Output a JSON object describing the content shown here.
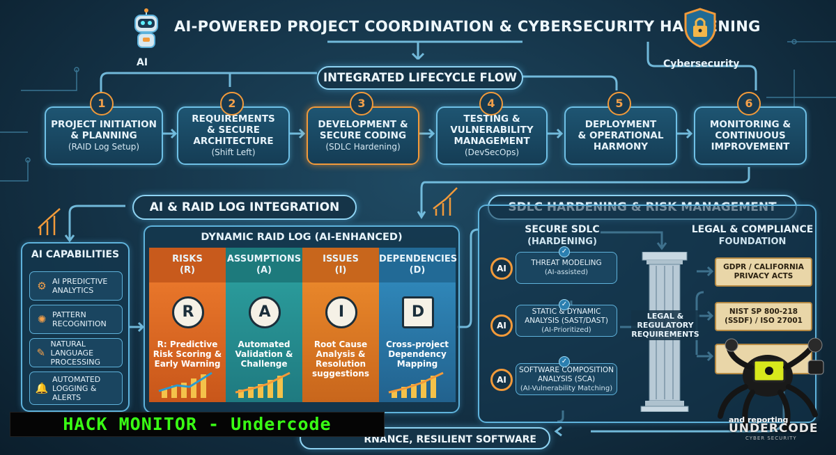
{
  "header": {
    "title": "AI-POWERED PROJECT COORDINATION & CYBERSECURITY HARDENING",
    "ai_label": "AI",
    "cyber_label": "Cybersecurity",
    "icons": [
      "robot-icon",
      "shield-lock-icon"
    ]
  },
  "flow": {
    "title": "INTEGRATED LIFECYCLE FLOW",
    "stages": [
      {
        "num": "1",
        "title": "PROJECT INITIATION\n& PLANNING",
        "sub": "(RAID Log Setup)"
      },
      {
        "num": "2",
        "title": "REQUIREMENTS\n& SECURE\nARCHITECTURE",
        "sub": "(Shift Left)"
      },
      {
        "num": "3",
        "title": "DEVELOPMENT &\nSECURE CODING",
        "sub": "(SDLC Hardening)"
      },
      {
        "num": "4",
        "title": "TESTING &\nVULNERABILITY\nMANAGEMENT",
        "sub": "(DevSecOps)"
      },
      {
        "num": "5",
        "title": "DEPLOYMENT\n& OPERATIONAL\nHARMONY",
        "sub": ""
      },
      {
        "num": "6",
        "title": "MONITORING &\nCONTINUOUS\nIMPROVEMENT",
        "sub": ""
      }
    ]
  },
  "raid_section": {
    "title": "AI & RAID LOG INTEGRATION",
    "capabilities": {
      "title": "AI CAPABILITIES",
      "items": [
        {
          "label": "AI PREDICTIVE\nANALYTICS",
          "icon": "gear-icon"
        },
        {
          "label": "PATTERN\nRECOGNITION",
          "icon": "lightbulb-icon"
        },
        {
          "label": "NATURAL LANGUAGE\nPROCESSING",
          "icon": "pen-icon"
        },
        {
          "label": "AUTOMATED\nLOGGING &\nALERTS",
          "icon": "bell-icon"
        }
      ]
    },
    "log": {
      "title": "DYNAMIC RAID LOG (AI-ENHANCED)",
      "columns": [
        {
          "head": "RISKS\n(R)",
          "letter": "R",
          "desc": "R: Predictive\nRisk Scoring &\nEarly Warning",
          "color": "#e8762a",
          "head_color": "#c85a1c"
        },
        {
          "head": "ASSUMPTIONS\n(A)",
          "letter": "A",
          "desc": "Automated\nValidation &\nChallenge",
          "color": "#2a9a9a",
          "head_color": "#1d7a7c"
        },
        {
          "head": "ISSUES\n(I)",
          "letter": "I",
          "desc": "Root Cause\nAnalysis &\nResolution\nsuggestions",
          "color": "#e8862a",
          "head_color": "#c8661c"
        },
        {
          "head": "DEPENDENCIES\n(D)",
          "letter": "D",
          "desc": "Cross-project\nDependency\nMapping",
          "color": "#2f86b8",
          "head_color": "#226a96"
        }
      ]
    }
  },
  "sdlc_section": {
    "title": "SDLC HARDENING & RISK MANAGEMENT",
    "secure_sdlc": {
      "title": "SECURE SDLC",
      "subtitle": "(HARDENING)",
      "badge": "AI",
      "items": [
        {
          "title": "THREAT MODELING",
          "sub": "(AI-assisted)"
        },
        {
          "title": "STATIC & DYNAMIC\nANALYSIS (SAST/DAST)",
          "sub": "(AI-Prioritized)"
        },
        {
          "title": "SOFTWARE COMPOSITION\nANALYSIS (SCA)",
          "sub": "(AI-Vulnerability Matching)"
        }
      ]
    },
    "pillar_label": "LEGAL &\nREGULATORY\nREQUIREMENTS",
    "legal": {
      "title": "LEGAL & COMPLIANCE",
      "subtitle": "FOUNDATION",
      "scrolls": [
        "GDPR / CALIFORNIA\nPRIVACY ACTS",
        "NIST SP 800-218\n(SSDF) / ISO 27001"
      ],
      "partial_text": "and reporting"
    }
  },
  "watermark": {
    "banner": "HACK MONITOR - Undercode",
    "logo_text": "UNDERCODE",
    "logo_sub": "CYBER SECURITY"
  },
  "bottom": {
    "text": "RNANCE, RESILIENT SOFTWARE"
  }
}
